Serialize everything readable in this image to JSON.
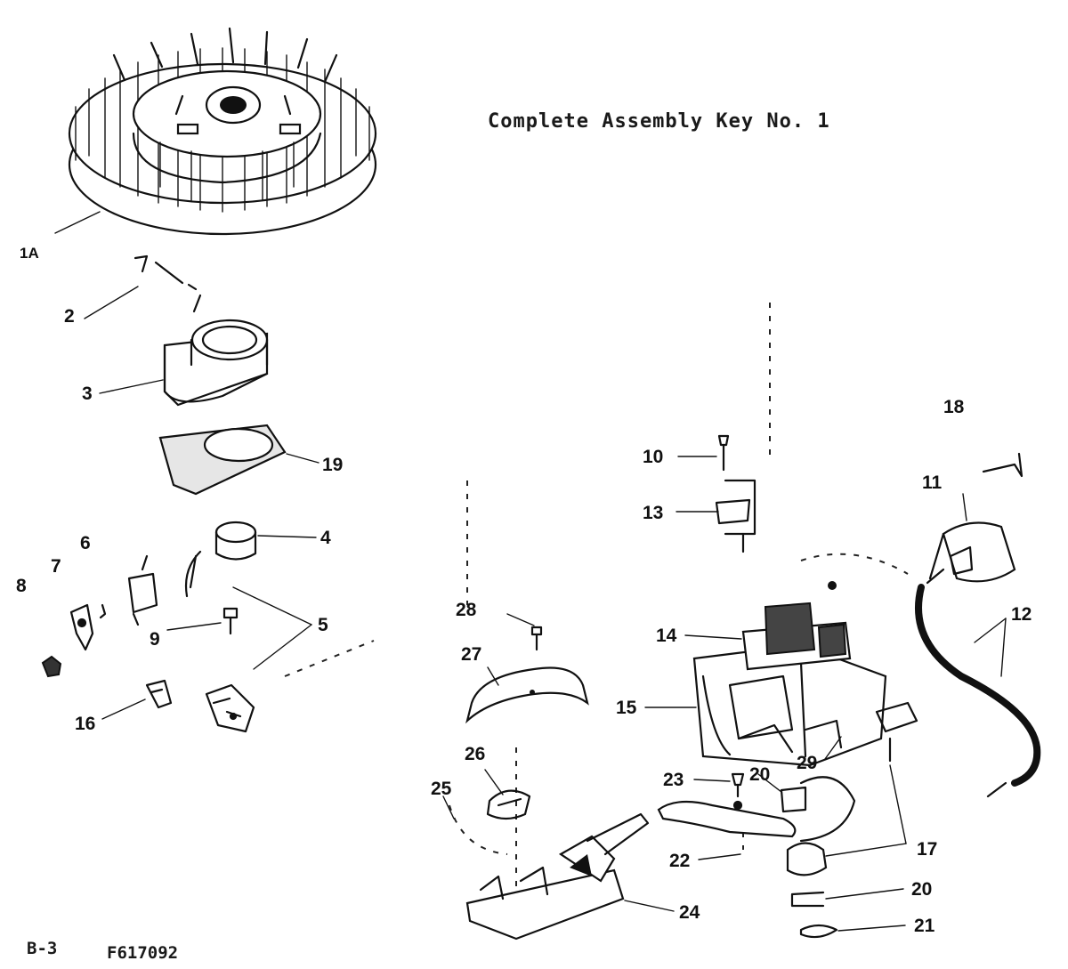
{
  "diagram": {
    "title": "Complete Assembly Key No. 1",
    "footer_left": "B-3",
    "footer_right": "F617092",
    "callouts": {
      "c1A": "1A",
      "c2": "2",
      "c3": "3",
      "c19": "19",
      "c4": "4",
      "c6": "6",
      "c7": "7",
      "c8": "8",
      "c9": "9",
      "c5": "5",
      "c16": "16",
      "c10": "10",
      "c13": "13",
      "c18": "18",
      "c11": "11",
      "c12": "12",
      "c28": "28",
      "c14": "14",
      "c27": "27",
      "c15": "15",
      "c26": "26",
      "c29": "29",
      "c23": "23",
      "c20a": "20",
      "c25": "25",
      "c17": "17",
      "c22": "22",
      "c20b": "20",
      "c24": "24",
      "c21": "21"
    }
  }
}
